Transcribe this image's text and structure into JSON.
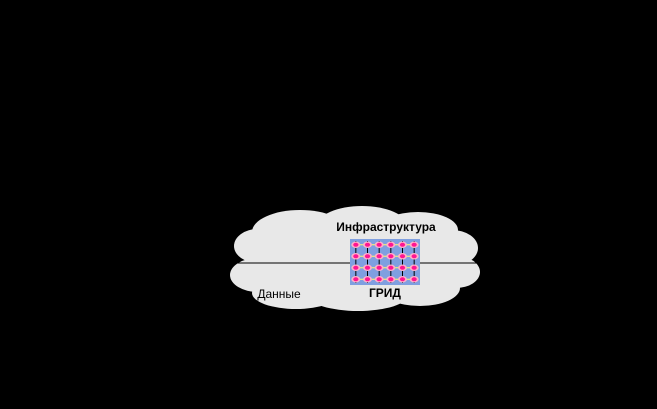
{
  "diagram": {
    "infrastructure_label": "Инфраструктура",
    "data_label": "Данные",
    "grid_label": "ГРИД",
    "colors": {
      "background": "#000000",
      "cloud": "#e8e8e8",
      "grid_background": "#7f9fe0",
      "grid_node": "#ff1493",
      "grid_ring": "#ffb0c8",
      "grid_link": "#ffff66",
      "line": "#000000"
    },
    "grid_rows": 4,
    "grid_cols": 6
  }
}
